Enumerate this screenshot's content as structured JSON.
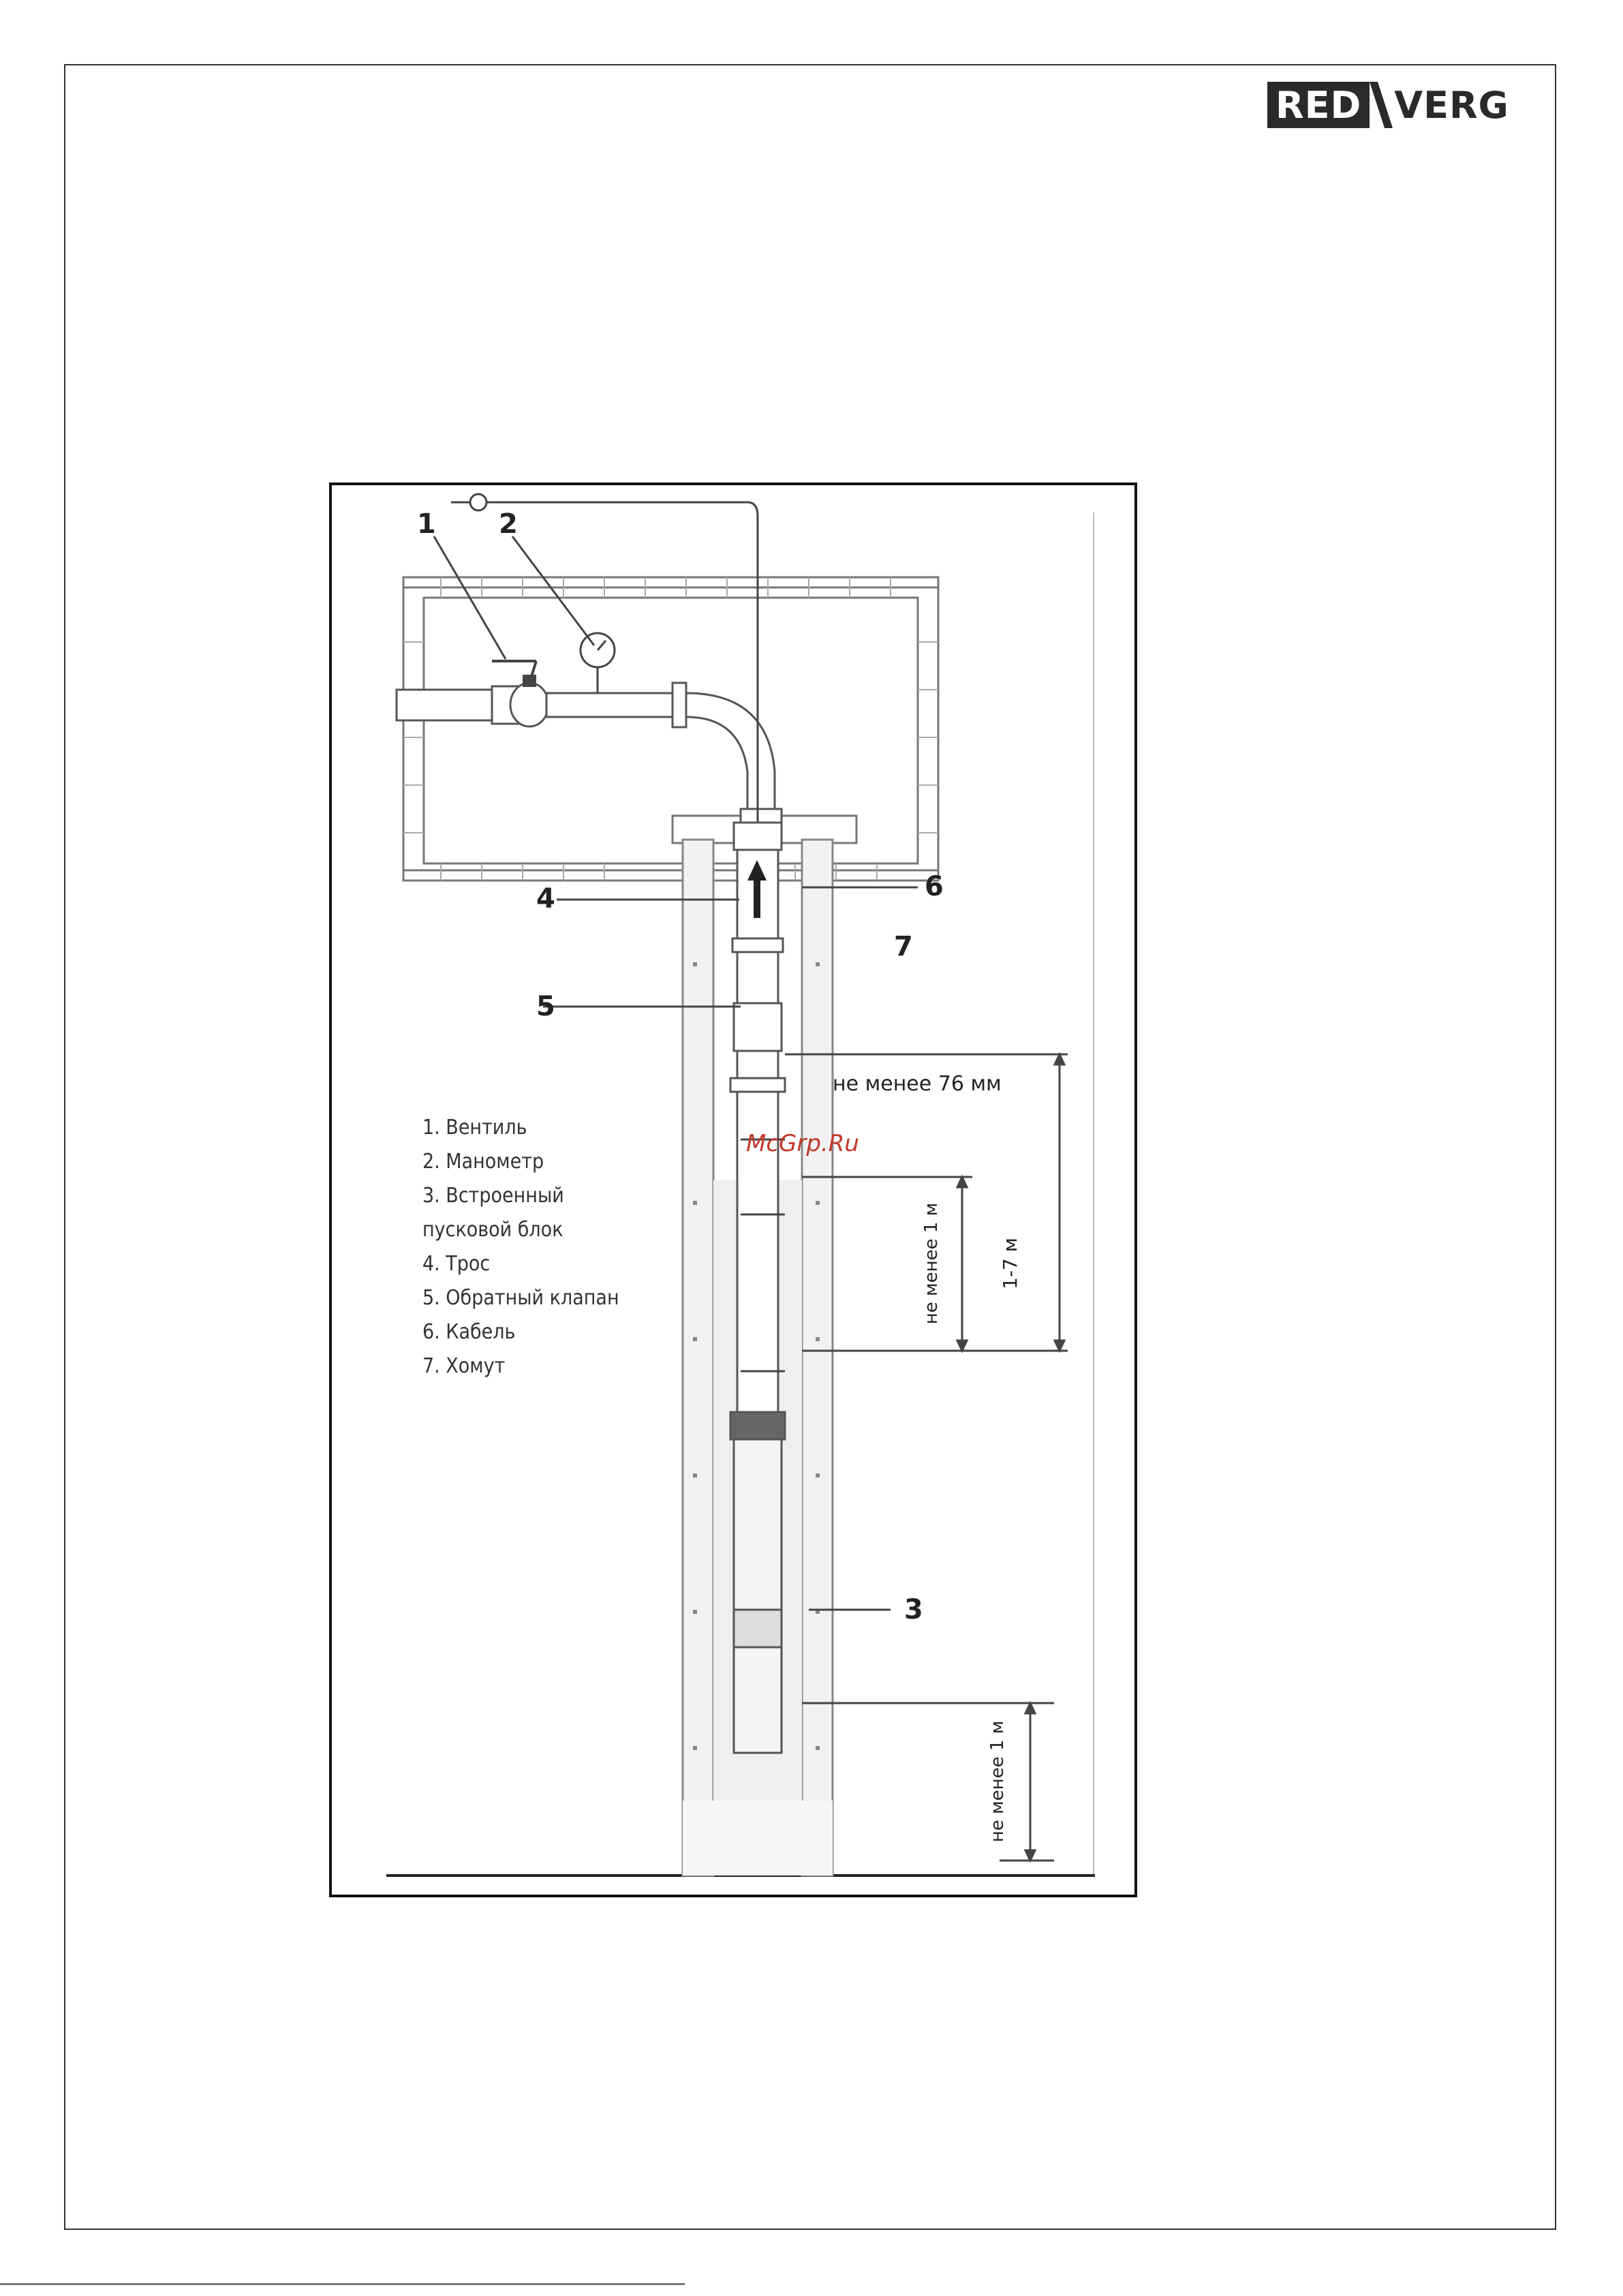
{
  "brand": {
    "red_part": "RED",
    "rest_part": "VERG"
  },
  "callouts": [
    "1",
    "2",
    "3",
    "4",
    "5",
    "6",
    "7"
  ],
  "legend": [
    "1. Вентиль",
    "2. Манометр",
    "3. Встроенный",
    "пусковой блок",
    "4. Трос",
    "5. Обратный клапан",
    "6. Кабель",
    "7. Хомут"
  ],
  "dimensions": {
    "min_76mm": "не менее 76 мм",
    "min_1m_upper": "не менее 1 м",
    "range_1_7m": "1-7 м",
    "min_1m_lower": "не менее 1 м"
  },
  "watermark": "McGrp.Ru"
}
